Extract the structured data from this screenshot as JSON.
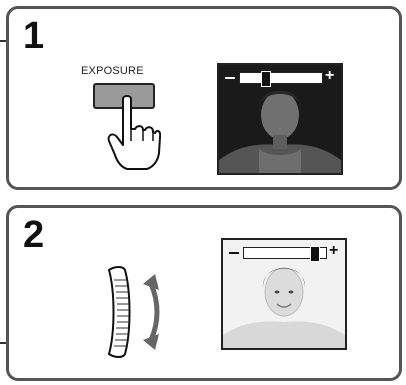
{
  "steps": [
    {
      "number": "1",
      "button_label": "EXPOSURE",
      "meter": {
        "minus": "−",
        "plus": "+",
        "level": 0.3
      }
    },
    {
      "number": "2",
      "meter": {
        "minus": "−",
        "plus": "+",
        "level": 0.85
      }
    }
  ],
  "colors": {
    "frame": "#555555",
    "button": "#9a9a9a"
  }
}
